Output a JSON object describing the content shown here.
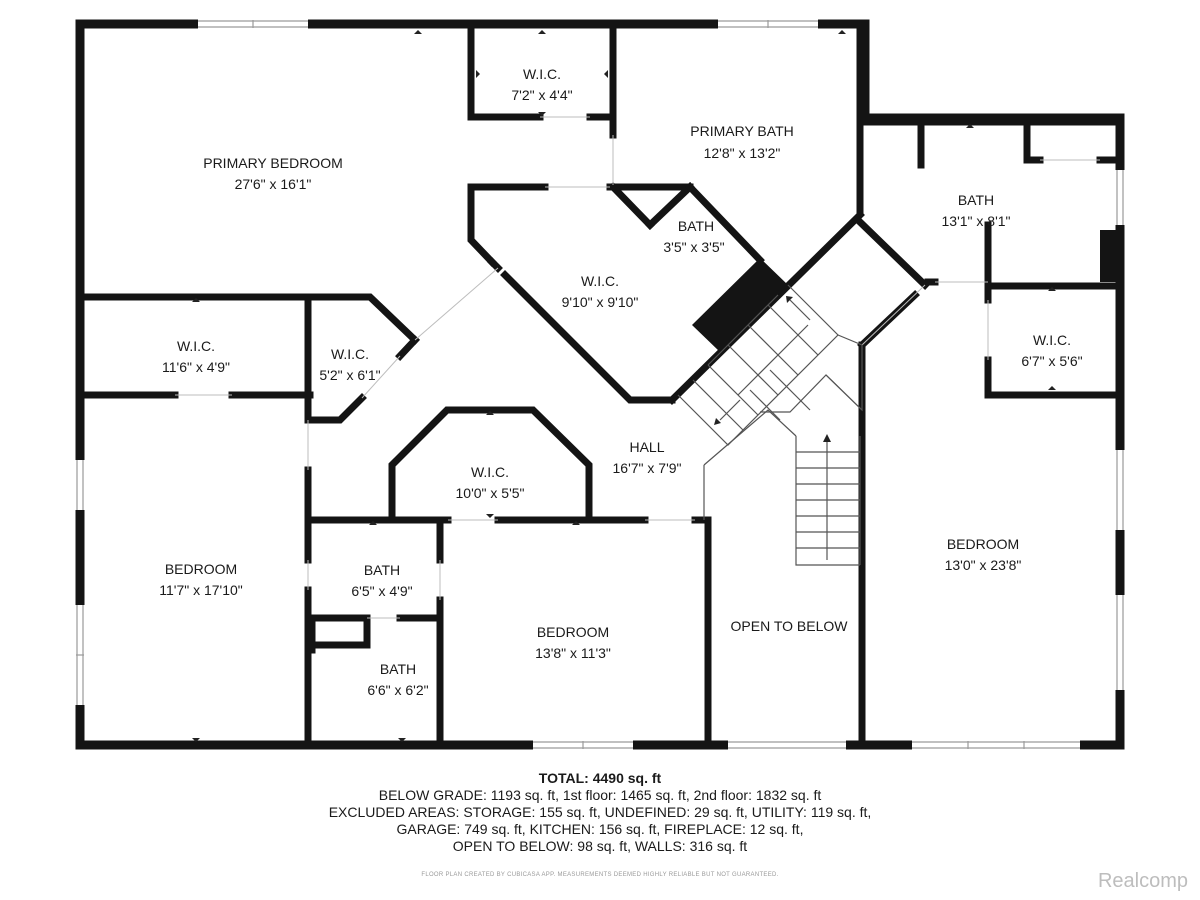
{
  "rooms": {
    "primary_bedroom": {
      "name": "PRIMARY BEDROOM",
      "dim": "27'6\" x 16'1\""
    },
    "wic_top": {
      "name": "W.I.C.",
      "dim": "7'2\" x 4'4\""
    },
    "primary_bath": {
      "name": "PRIMARY BATH",
      "dim": "12'8\" x 13'2\""
    },
    "bath_small": {
      "name": "BATH",
      "dim": "3'5\" x 3'5\""
    },
    "wic_center": {
      "name": "W.I.C.",
      "dim": "9'10\" x 9'10\""
    },
    "bath_right": {
      "name": "BATH",
      "dim": "13'1\" x 8'1\""
    },
    "wic_left": {
      "name": "W.I.C.",
      "dim": "11'6\" x 4'9\""
    },
    "wic_left2": {
      "name": "W.I.C.",
      "dim": "5'2\" x 6'1\""
    },
    "wic_right": {
      "name": "W.I.C.",
      "dim": "6'7\" x 5'6\""
    },
    "hall": {
      "name": "HALL",
      "dim": "16'7\" x 7'9\""
    },
    "wic_mid": {
      "name": "W.I.C.",
      "dim": "10'0\" x 5'5\""
    },
    "bedroom_left": {
      "name": "BEDROOM",
      "dim": "11'7\" x 17'10\""
    },
    "bath_mid": {
      "name": "BATH",
      "dim": "6'5\" x 4'9\""
    },
    "bath_low": {
      "name": "BATH",
      "dim": "6'6\" x 6'2\""
    },
    "bedroom_mid": {
      "name": "BEDROOM",
      "dim": "13'8\" x 11'3\""
    },
    "open_below": {
      "name": "OPEN TO BELOW"
    },
    "bedroom_right": {
      "name": "BEDROOM",
      "dim": "13'0\" x 23'8\""
    }
  },
  "summary": {
    "total": "TOTAL: 4490 sq. ft",
    "lines": [
      "BELOW GRADE: 1193 sq. ft, 1st floor: 1465 sq. ft, 2nd floor: 1832 sq. ft",
      "EXCLUDED AREAS: STORAGE: 155 sq. ft, UNDEFINED: 29 sq. ft, UTILITY: 119 sq. ft,",
      "GARAGE: 749 sq. ft, KITCHEN: 156 sq. ft, FIREPLACE: 12 sq. ft,",
      "OPEN TO BELOW: 98 sq. ft, WALLS: 316 sq. ft"
    ]
  },
  "disclaimer": "FLOOR PLAN CREATED BY CUBICASA APP. MEASUREMENTS DEEMED HIGHLY RELIABLE BUT NOT GUARANTEED.",
  "brand": "Realcomp",
  "colors": {
    "wall": "#141414",
    "background": "#ffffff",
    "brand": "#bdbdbd"
  }
}
